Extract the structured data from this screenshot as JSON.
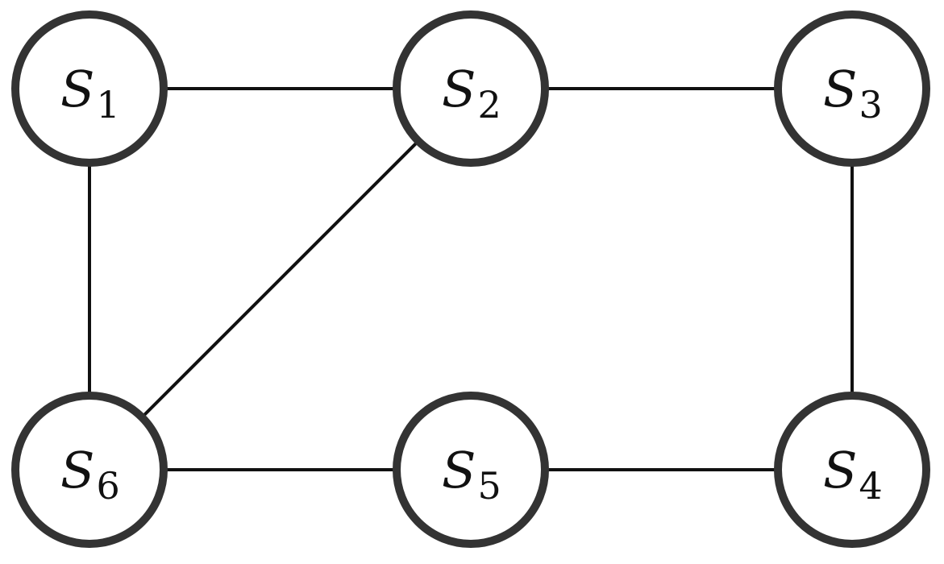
{
  "diagram": {
    "type": "undirected-graph",
    "colors": {
      "node_stroke": "#333333",
      "edge_stroke": "#111111",
      "text": "#111111",
      "background": "#ffffff"
    },
    "nodes": [
      {
        "id": "S1",
        "letter": "S",
        "subscript": "1"
      },
      {
        "id": "S2",
        "letter": "S",
        "subscript": "2"
      },
      {
        "id": "S3",
        "letter": "S",
        "subscript": "3"
      },
      {
        "id": "S4",
        "letter": "S",
        "subscript": "4"
      },
      {
        "id": "S5",
        "letter": "S",
        "subscript": "5"
      },
      {
        "id": "S6",
        "letter": "S",
        "subscript": "6"
      }
    ],
    "edges": [
      [
        "S1",
        "S2"
      ],
      [
        "S2",
        "S3"
      ],
      [
        "S3",
        "S4"
      ],
      [
        "S4",
        "S5"
      ],
      [
        "S5",
        "S6"
      ],
      [
        "S6",
        "S1"
      ],
      [
        "S2",
        "S6"
      ]
    ]
  }
}
